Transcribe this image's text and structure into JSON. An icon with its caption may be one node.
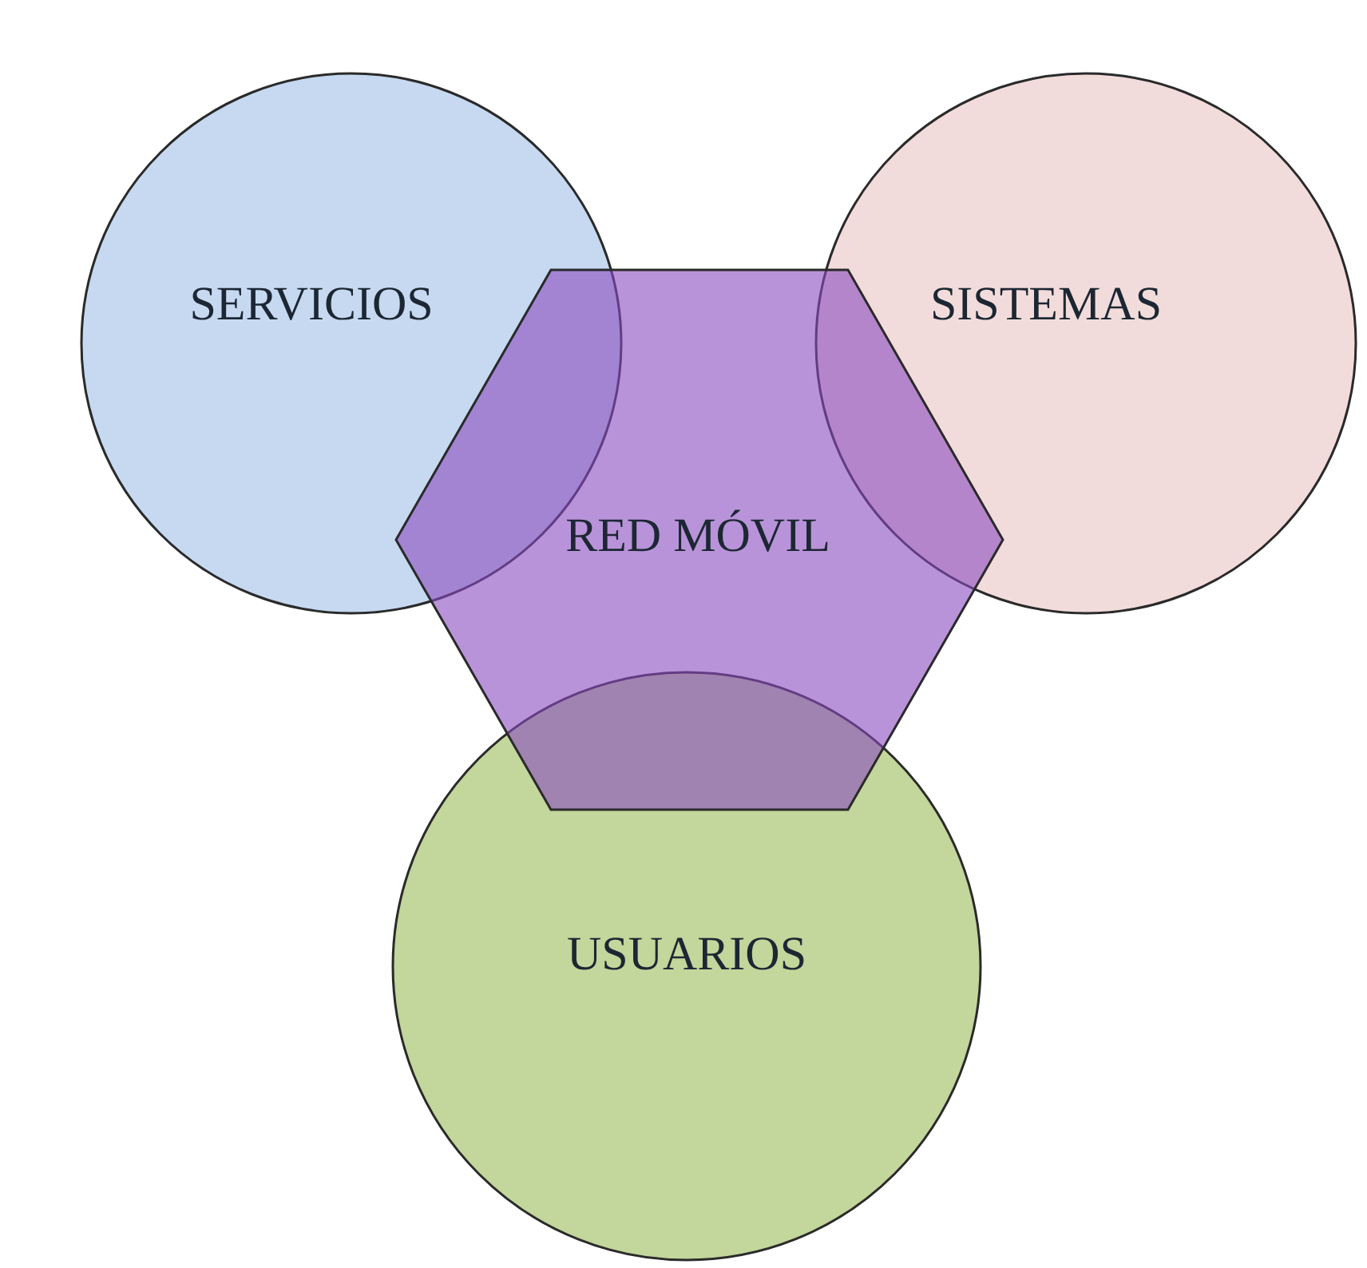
{
  "diagram": {
    "nodes": [
      {
        "text": [
          "SERVICIOS"
        ]
      },
      {
        "text": [
          "SISTEMAS"
        ]
      },
      {
        "text": [
          "RED MÓVIL"
        ]
      },
      {
        "text": [
          "USUARIOS"
        ]
      }
    ]
  }
}
